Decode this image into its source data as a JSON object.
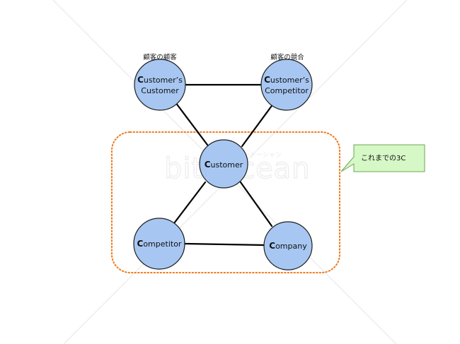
{
  "labels": {
    "left_top": "顧客の顧客",
    "right_top": "顧客の競合"
  },
  "nodes": {
    "customers_customer": {
      "line1_cap": "C",
      "line1_rest": "ustomer’s",
      "line2": "Customer"
    },
    "customers_competitor": {
      "line1_cap": "C",
      "line1_rest": "ustomer’s",
      "line2": "Competitor"
    },
    "customer": {
      "cap": "C",
      "rest": "ustomer"
    },
    "competitor": {
      "cap": "C",
      "rest": "ompetitor"
    },
    "company": {
      "cap": "C",
      "rest": "ompany"
    }
  },
  "callout": {
    "text": "これまでの3C"
  },
  "watermark": {
    "text": "bitoocean",
    "sub": "ビートーシャン"
  },
  "colors": {
    "node_fill": "#a7c7f2",
    "group_border": "#f07a1d",
    "callout_fill": "#d6f7c6",
    "callout_border": "#6aa84f"
  }
}
